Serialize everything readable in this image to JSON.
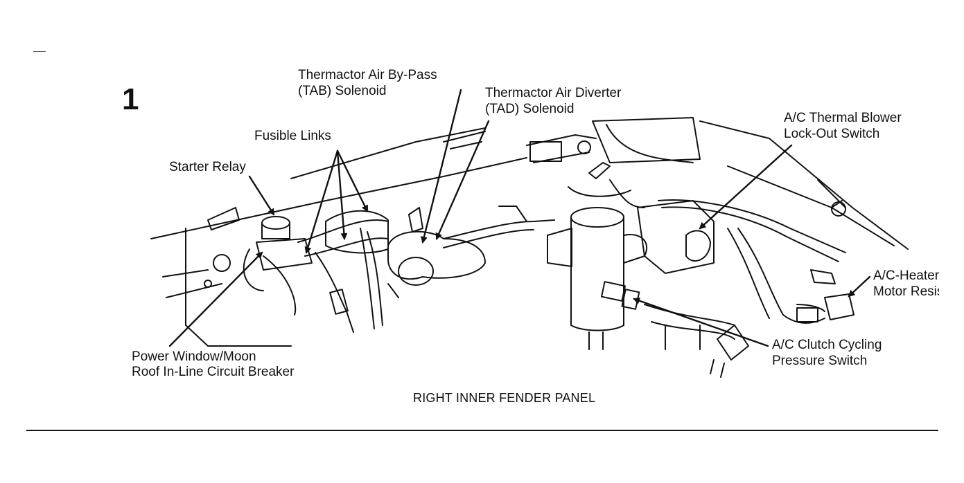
{
  "figure": {
    "number": "1",
    "caption": "RIGHT INNER FENDER PANEL"
  },
  "labels": {
    "tab_line1": "Thermactor Air By-Pass",
    "tab_line2": "(TAB) Solenoid",
    "tad_line1": "Thermactor Air Diverter",
    "tad_line2": "(TAD) Solenoid",
    "fusible_links": "Fusible Links",
    "starter_relay": "Starter Relay",
    "ac_thermal_line1": "A/C Thermal Blower",
    "ac_thermal_line2": "Lock-Out Switch",
    "ac_heater_line1": "A/C-Heater",
    "ac_heater_line2": "Motor Resistor",
    "power_window_line1": "Power Window/Moon",
    "power_window_line2": "Roof In-Line Circuit Breaker",
    "ac_clutch_line1": "A/C Clutch Cycling",
    "ac_clutch_line2": "Pressure Switch"
  }
}
